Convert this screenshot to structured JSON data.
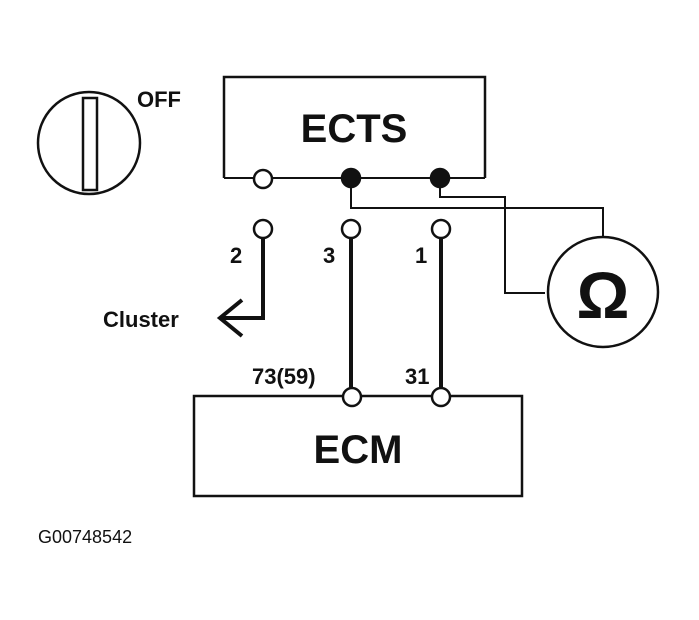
{
  "ignition": {
    "state_label": "OFF"
  },
  "sensor": {
    "label": "ECTS"
  },
  "module": {
    "label": "ECM"
  },
  "meter": {
    "symbol": "Ω"
  },
  "connector_pins": {
    "pin_2": "2",
    "pin_3": "3",
    "pin_1": "1"
  },
  "module_pins": {
    "pin_73": "73(59)",
    "pin_31": "31"
  },
  "cluster": {
    "label": "Cluster"
  },
  "figure_code": "G00748542"
}
